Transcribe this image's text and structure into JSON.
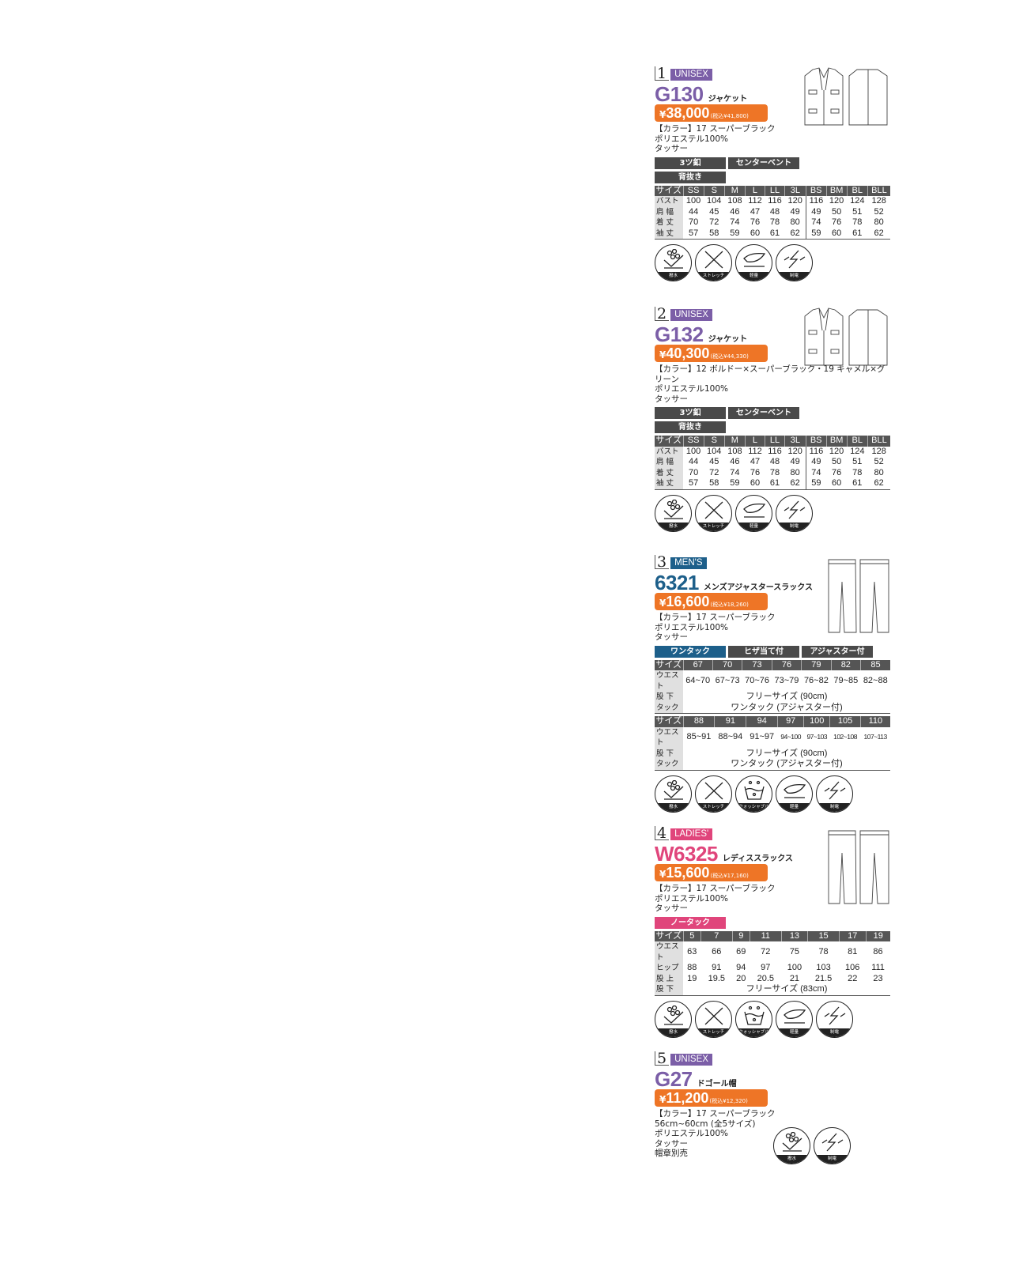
{
  "sections": [
    {
      "num": "1",
      "tag": "UNISEX",
      "tag_color": "#7b5ea7",
      "code": "G130",
      "code_color": "#7b5ea7",
      "name": "ジャケット",
      "yen": "¥",
      "price": "38,000",
      "tax": "(税込¥41,800)",
      "desc": [
        "【カラー】17 スーパーブラック",
        "ポリエステル100%",
        "タッサー"
      ],
      "features": [
        [
          {
            "label": "3ツ釦",
            "color": "#4a4a4a"
          },
          {
            "label": "センターベント",
            "color": "#4a4a4a"
          }
        ],
        [
          {
            "label": "背抜き",
            "color": "#4a4a4a"
          }
        ]
      ],
      "tables": [
        {
          "header": [
            "サイズ",
            "SS",
            "S",
            "M",
            "L",
            "LL",
            "3L",
            "BS",
            "BM",
            "BL",
            "BLL"
          ],
          "sep": 7,
          "rows": [
            {
              "label": "バスト",
              "cells": [
                "100",
                "104",
                "108",
                "112",
                "116",
                "120",
                "116",
                "120",
                "124",
                "128"
              ]
            },
            {
              "label": "肩 幅",
              "cells": [
                "44",
                "45",
                "46",
                "47",
                "48",
                "49",
                "49",
                "50",
                "51",
                "52"
              ]
            },
            {
              "label": "着 丈",
              "cells": [
                "70",
                "72",
                "74",
                "76",
                "78",
                "80",
                "74",
                "76",
                "78",
                "80"
              ]
            },
            {
              "label": "袖 丈",
              "cells": [
                "57",
                "58",
                "59",
                "60",
                "61",
                "62",
                "59",
                "60",
                "61",
                "62"
              ]
            }
          ]
        }
      ],
      "icons": [
        "撥水",
        "ストレッチ",
        "軽量",
        "制電"
      ],
      "illus": "jacket"
    },
    {
      "num": "2",
      "tag": "UNISEX",
      "tag_color": "#7b5ea7",
      "code": "G132",
      "code_color": "#7b5ea7",
      "name": "ジャケット",
      "yen": "¥",
      "price": "40,300",
      "tax": "(税込¥44,330)",
      "desc": [
        "【カラー】12 ボルドー×スーパーブラック・19 キャメル×グリーン",
        "ポリエステル100%",
        "タッサー"
      ],
      "features": [
        [
          {
            "label": "3ツ釦",
            "color": "#4a4a4a"
          },
          {
            "label": "センターベント",
            "color": "#4a4a4a"
          }
        ],
        [
          {
            "label": "背抜き",
            "color": "#4a4a4a"
          }
        ]
      ],
      "tables": [
        {
          "header": [
            "サイズ",
            "SS",
            "S",
            "M",
            "L",
            "LL",
            "3L",
            "BS",
            "BM",
            "BL",
            "BLL"
          ],
          "sep": 7,
          "rows": [
            {
              "label": "バスト",
              "cells": [
                "100",
                "104",
                "108",
                "112",
                "116",
                "120",
                "116",
                "120",
                "124",
                "128"
              ]
            },
            {
              "label": "肩 幅",
              "cells": [
                "44",
                "45",
                "46",
                "47",
                "48",
                "49",
                "49",
                "50",
                "51",
                "52"
              ]
            },
            {
              "label": "着 丈",
              "cells": [
                "70",
                "72",
                "74",
                "76",
                "78",
                "80",
                "74",
                "76",
                "78",
                "80"
              ]
            },
            {
              "label": "袖 丈",
              "cells": [
                "57",
                "58",
                "59",
                "60",
                "61",
                "62",
                "59",
                "60",
                "61",
                "62"
              ]
            }
          ]
        }
      ],
      "icons": [
        "撥水",
        "ストレッチ",
        "軽量",
        "制電"
      ],
      "illus": "jacket"
    },
    {
      "num": "3",
      "tag": "MEN'S",
      "tag_color": "#1d5f8a",
      "code": "6321",
      "code_color": "#1d5f8a",
      "name": "メンズアジャスタースラックス",
      "yen": "¥",
      "price": "16,600",
      "tax": "(税込¥18,260)",
      "desc": [
        "【カラー】17 スーパーブラック",
        "ポリエステル100%",
        "タッサー"
      ],
      "features": [
        [
          {
            "label": "ワンタック",
            "color": "#1d5f8a"
          },
          {
            "label": "ヒザ当て付",
            "color": "#4a4a4a"
          },
          {
            "label": "アジャスター付",
            "color": "#4a4a4a"
          }
        ]
      ],
      "tables": [
        {
          "header": [
            "サイズ",
            "67",
            "70",
            "73",
            "76",
            "79",
            "82",
            "85"
          ],
          "rows": [
            {
              "label": "ウエスト",
              "cells": [
                "64~70",
                "67~73",
                "70~76",
                "73~79",
                "76~82",
                "79~85",
                "82~88"
              ]
            },
            {
              "label": "股 下",
              "span": "フリーサイズ (90cm)"
            },
            {
              "label": "タック",
              "span": "ワンタック (アジャスター付)"
            }
          ]
        },
        {
          "header": [
            "サイズ",
            "88",
            "91",
            "94",
            "97",
            "100",
            "105",
            "110"
          ],
          "rows": [
            {
              "label": "ウエスト",
              "cells": [
                "85~91",
                "88~94",
                "91~97",
                "94~100",
                "97~103",
                "102~108",
                "107~113"
              ]
            },
            {
              "label": "股 下",
              "span": "フリーサイズ (90cm)"
            },
            {
              "label": "タック",
              "span": "ワンタック (アジャスター付)"
            }
          ]
        }
      ],
      "icons": [
        "撥水",
        "ストレッチ",
        "ウォッシャブル",
        "軽量",
        "制電"
      ],
      "illus": "pants"
    },
    {
      "num": "4",
      "tag": "LADIES'",
      "tag_color": "#e0457b",
      "code": "W6325",
      "code_color": "#e0457b",
      "name": "レディススラックス",
      "yen": "¥",
      "price": "15,600",
      "tax": "(税込¥17,160)",
      "desc": [
        "【カラー】17 スーパーブラック",
        "ポリエステル100%",
        "タッサー"
      ],
      "features": [
        [
          {
            "label": "ノータック",
            "color": "#e0457b"
          }
        ]
      ],
      "tables": [
        {
          "header": [
            "サイズ",
            "5",
            "7",
            "9",
            "11",
            "13",
            "15",
            "17",
            "19"
          ],
          "rows": [
            {
              "label": "ウエスト",
              "cells": [
                "63",
                "66",
                "69",
                "72",
                "75",
                "78",
                "81",
                "86"
              ]
            },
            {
              "label": "ヒップ",
              "cells": [
                "88",
                "91",
                "94",
                "97",
                "100",
                "103",
                "106",
                "111"
              ]
            },
            {
              "label": "股 上",
              "cells": [
                "19",
                "19.5",
                "20",
                "20.5",
                "21",
                "21.5",
                "22",
                "23"
              ]
            },
            {
              "label": "股 下",
              "span": "フリーサイズ (83cm)"
            }
          ]
        }
      ],
      "icons": [
        "撥水",
        "ストレッチ",
        "ウォッシャブル",
        "軽量",
        "制電"
      ],
      "illus": "pants"
    },
    {
      "num": "5",
      "tag": "UNISEX",
      "tag_color": "#7b5ea7",
      "code": "G27",
      "code_color": "#7b5ea7",
      "name": "ドゴール帽",
      "yen": "¥",
      "price": "11,200",
      "tax": "(税込¥12,320)",
      "desc": [
        "【カラー】17 スーパーブラック",
        "56cm~60cm (全5サイズ)",
        "ポリエステル100%",
        "タッサー",
        "帽章別売"
      ],
      "features": [],
      "tables": [],
      "icons": [
        "撥水",
        "制電"
      ],
      "illus": ""
    }
  ]
}
